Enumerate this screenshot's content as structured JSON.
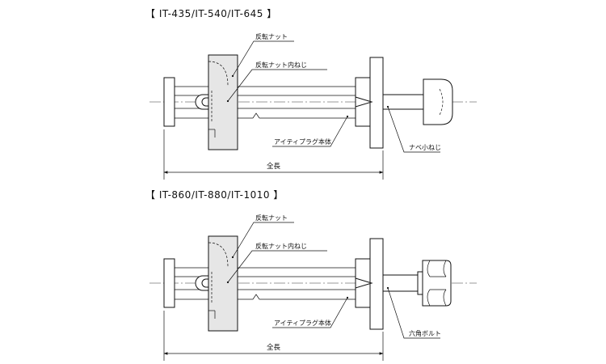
{
  "diagrams": [
    {
      "id": "top",
      "title": "【 IT-435/IT-540/IT-645 】",
      "labels": {
        "reverse_nut": "反転ナット",
        "inner_thread": "反転ナット内ねじ",
        "body": "アイティプラグ本体",
        "screw": "ナベ小ねじ",
        "length": "全長"
      },
      "screw_type": "pan-head-screw"
    },
    {
      "id": "bottom",
      "title": "【 IT-860/IT-880/IT-1010 】",
      "labels": {
        "reverse_nut": "反転ナット",
        "inner_thread": "反転ナット内ねじ",
        "body": "アイティプラグ本体",
        "screw": "六角ボルト",
        "length": "全長"
      },
      "screw_type": "hex-bolt"
    }
  ]
}
